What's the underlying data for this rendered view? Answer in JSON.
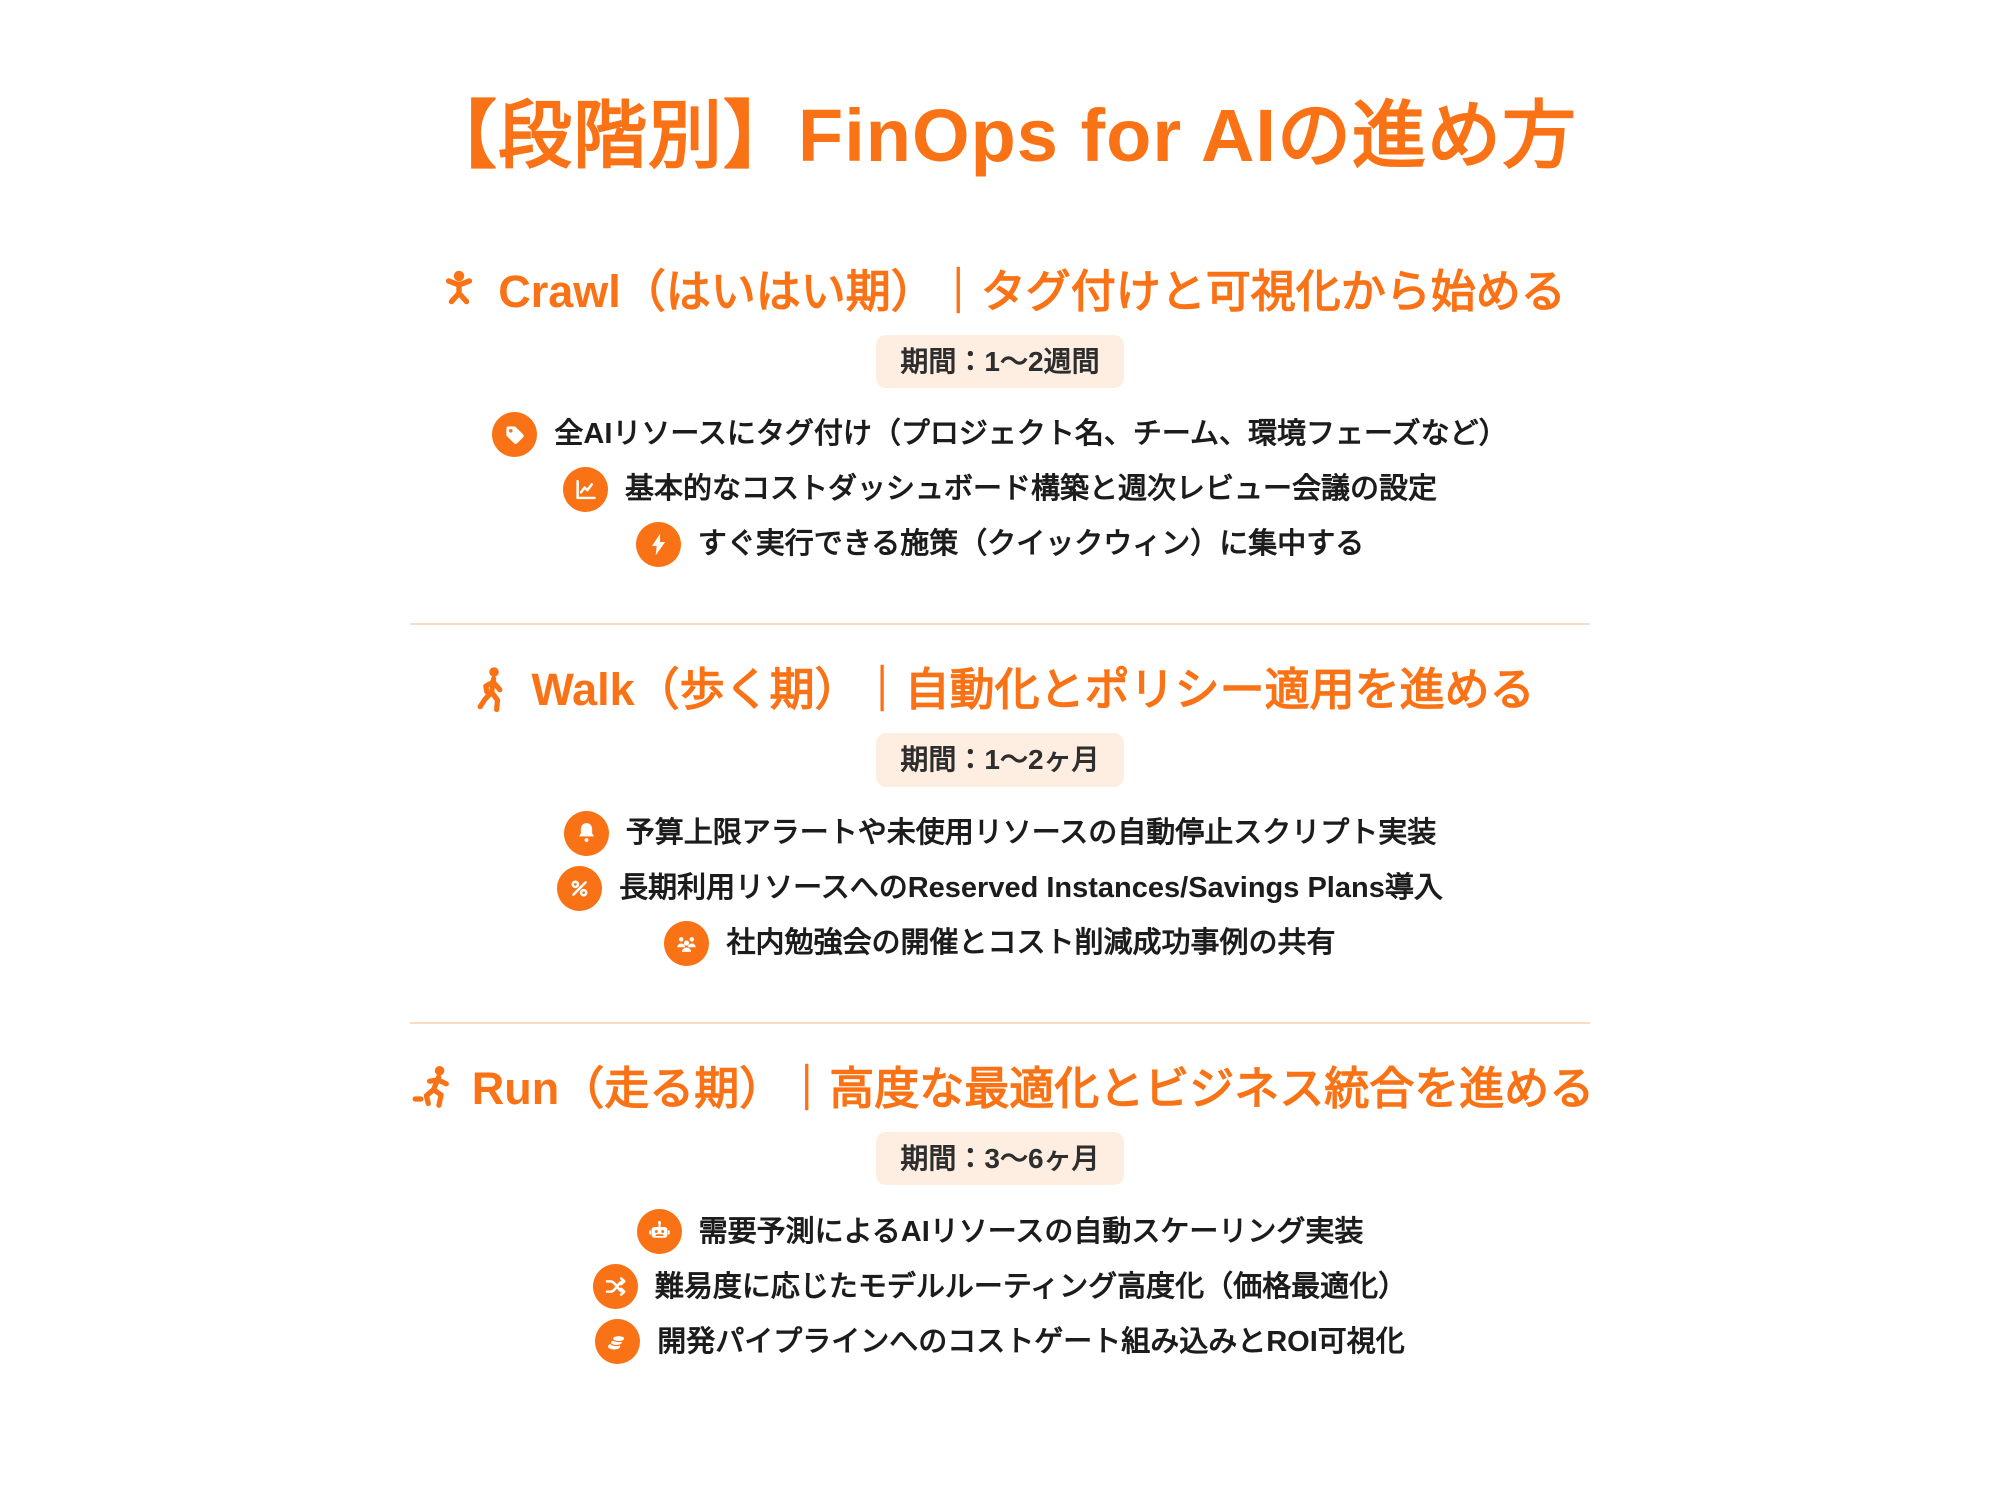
{
  "page": {
    "title": "【段階別】FinOps for AIの進め方",
    "colors": {
      "accent": "#f97316",
      "badge_background": "#fdeee1",
      "badge_text": "#2e2e2e",
      "body_text": "#1c1c1c",
      "divider": "#f8ddc1",
      "background": "#ffffff"
    }
  },
  "sections": [
    {
      "id": "crawl",
      "icon": "baby-icon",
      "heading": "Crawl（はいはい期）｜タグ付けと可視化から始める",
      "period": "期間：1～2週間",
      "items": [
        {
          "icon": "tag-icon",
          "text": "全AIリソースにタグ付け（プロジェクト名、チーム、環境フェーズなど）"
        },
        {
          "icon": "chart-icon",
          "text": "基本的なコストダッシュボード構築と週次レビュー会議の設定"
        },
        {
          "icon": "lightning-icon",
          "text": "すぐ実行できる施策（クイックウィン）に集中する"
        }
      ]
    },
    {
      "id": "walk",
      "icon": "walking-person-icon",
      "heading": "Walk（歩く期）｜自動化とポリシー適用を進める",
      "period": "期間：1～2ヶ月",
      "items": [
        {
          "icon": "bell-icon",
          "text": "予算上限アラートや未使用リソースの自動停止スクリプト実装"
        },
        {
          "icon": "percent-icon",
          "text": "長期利用リソースへのReserved Instances/Savings Plans導入"
        },
        {
          "icon": "people-icon",
          "text": "社内勉強会の開催とコスト削減成功事例の共有"
        }
      ]
    },
    {
      "id": "run",
      "icon": "running-person-icon",
      "heading": "Run（走る期）｜高度な最適化とビジネス統合を進める",
      "period": "期間：3～6ヶ月",
      "items": [
        {
          "icon": "robot-icon",
          "text": "需要予測によるAIリソースの自動スケーリング実装"
        },
        {
          "icon": "shuffle-icon",
          "text": "難易度に応じたモデルルーティング高度化（価格最適化）"
        },
        {
          "icon": "coins-icon",
          "text": "開発パイプラインへのコストゲート組み込みとROI可視化"
        }
      ]
    }
  ]
}
